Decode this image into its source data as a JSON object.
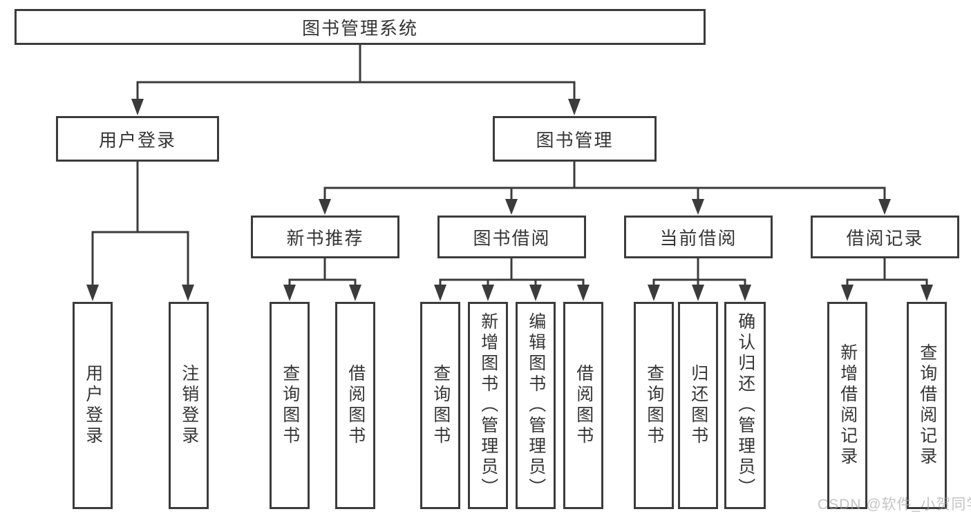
{
  "diagram": {
    "type": "hierarchy-tree",
    "title": "图书管理系统",
    "watermark": "CSDN @软件_小贺同学",
    "colors": {
      "line": "#3b3b3b",
      "box_border": "#3b3b3b",
      "text": "#353535",
      "watermark_text": "#c2c2c2",
      "background": "#ffffff"
    },
    "nodes": {
      "root": {
        "label": "图书管理系统",
        "parent": null
      },
      "user_login": {
        "label": "用户登录",
        "parent": "root"
      },
      "book_mgmt": {
        "label": "图书管理",
        "parent": "root"
      },
      "login": {
        "label": "用户登录",
        "parent": "user_login"
      },
      "logout": {
        "label": "注销登录",
        "parent": "user_login"
      },
      "new_book_rec": {
        "label": "新书推荐",
        "parent": "book_mgmt"
      },
      "book_borrow": {
        "label": "图书借阅",
        "parent": "book_mgmt"
      },
      "current_borrow": {
        "label": "当前借阅",
        "parent": "book_mgmt"
      },
      "borrow_records": {
        "label": "借阅记录",
        "parent": "book_mgmt"
      },
      "rec_query_books": {
        "label": "查询图书",
        "parent": "new_book_rec"
      },
      "rec_borrow_books": {
        "label": "借阅图书",
        "parent": "new_book_rec"
      },
      "bb_query_books": {
        "label": "查询图书",
        "parent": "book_borrow"
      },
      "bb_add_books": {
        "label": "新增图书（管理员）",
        "parent": "book_borrow"
      },
      "bb_edit_books": {
        "label": "编辑图书（管理员）",
        "parent": "book_borrow"
      },
      "bb_borrow_books": {
        "label": "借阅图书",
        "parent": "book_borrow"
      },
      "cb_query_books": {
        "label": "查询图书",
        "parent": "current_borrow"
      },
      "cb_return_books": {
        "label": "归还图书",
        "parent": "current_borrow"
      },
      "cb_confirm_return": {
        "label": "确认归还（管理员）",
        "parent": "current_borrow"
      },
      "br_add_record": {
        "label": "新增借阅记录",
        "parent": "borrow_records"
      },
      "br_query_record": {
        "label": "查询借阅记录",
        "parent": "borrow_records"
      }
    }
  }
}
